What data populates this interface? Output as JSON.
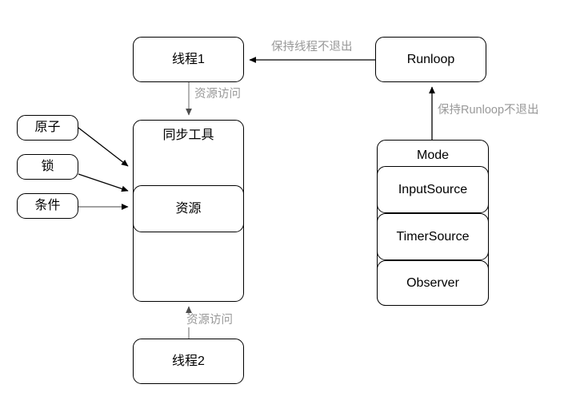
{
  "diagram": {
    "title_present": false,
    "background_color": "#ffffff",
    "node_border_color": "#000000",
    "edge_label_color": "#999999",
    "edge_color_dark": "#000000",
    "edge_color_gray": "#8c8c8c",
    "nodes": {
      "thread1": {
        "label": "线程1"
      },
      "thread2": {
        "label": "线程2"
      },
      "sync_tool": {
        "label": "同步工具"
      },
      "resource": {
        "label": "资源"
      },
      "atom": {
        "label": "原子"
      },
      "lock": {
        "label": "锁"
      },
      "condition": {
        "label": "条件"
      },
      "runloop": {
        "label": "Runloop"
      },
      "mode": {
        "label": "Mode"
      },
      "input_source": {
        "label": "InputSource"
      },
      "timer_source": {
        "label": "TimerSource"
      },
      "observer": {
        "label": "Observer"
      }
    },
    "edges": {
      "runloop_to_thread1": {
        "label": "保持线程不退出"
      },
      "thread1_to_sync": {
        "label": "资源访问"
      },
      "thread2_to_sync": {
        "label": "资源访问"
      },
      "mode_to_runloop": {
        "label": "保持Runloop不退出"
      },
      "atom_to_sync": {
        "label": ""
      },
      "lock_to_sync": {
        "label": ""
      },
      "condition_to_sync": {
        "label": ""
      }
    }
  }
}
